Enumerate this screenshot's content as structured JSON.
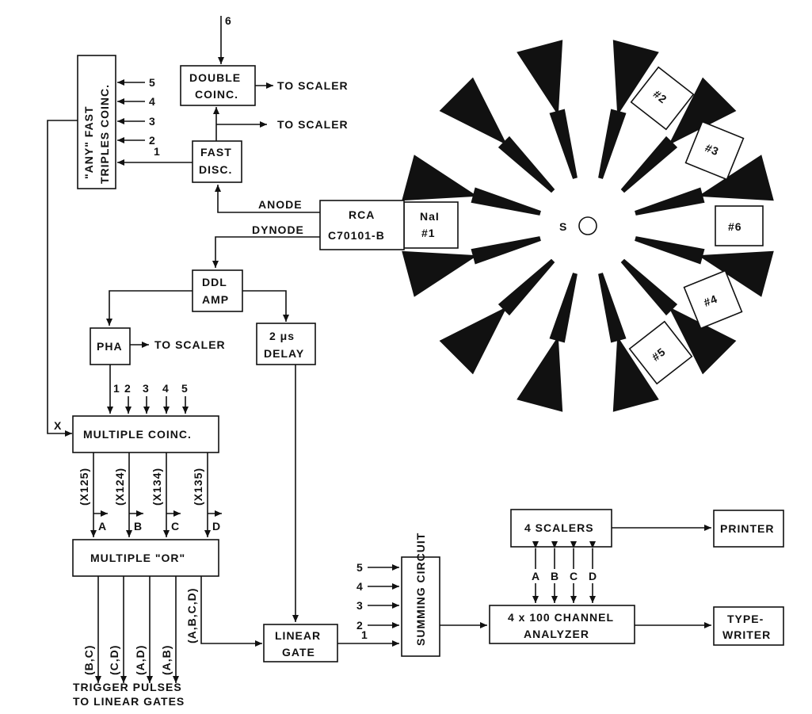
{
  "blocks": {
    "double_coinc": [
      "DOUBLE",
      "COINC."
    ],
    "fast_disc": [
      "FAST",
      "DISC."
    ],
    "any_triples": [
      "\"ANY\" FAST",
      "TRIPLES COINC."
    ],
    "pmt": [
      "RCA",
      "C70101-B"
    ],
    "nai": [
      "NaI",
      "#1"
    ],
    "ddl_amp": [
      "DDL",
      "AMP"
    ],
    "pha": "PHA",
    "delay": [
      "2 μs",
      "DELAY"
    ],
    "multiple_coinc": "MULTIPLE COINC.",
    "multiple_or": "MULTIPLE \"OR\"",
    "linear_gate": [
      "LINEAR",
      "GATE"
    ],
    "summing": "SUMMING CIRCUIT",
    "scalers4": "4 SCALERS",
    "printer": "PRINTER",
    "analyzer": [
      "4 x 100 CHANNEL",
      "ANALYZER"
    ],
    "typewriter": [
      "TYPE-",
      "WRITER"
    ]
  },
  "labels": {
    "to_scaler": "TO SCALER",
    "anode": "ANODE",
    "dynode": "DYNODE",
    "six_top": "6",
    "x_input": "X",
    "source": "S",
    "trigger_note": [
      "TRIGGER PULSES",
      "TO LINEAR GATES"
    ]
  },
  "triples_inputs": [
    "5",
    "4",
    "3",
    "2",
    "1"
  ],
  "coinc_inputs": [
    "1",
    "2",
    "3",
    "4",
    "5"
  ],
  "coinc_outputs": [
    "(X125)",
    "(X124)",
    "(X134)",
    "(X135)"
  ],
  "coinc_letters": [
    "A",
    "B",
    "C",
    "D"
  ],
  "or_outputs": [
    "(B,C)",
    "(C,D)",
    "(A,D)",
    "(A,B)",
    "(A,B,C,D)"
  ],
  "summing_inputs": [
    "5",
    "4",
    "3",
    "2",
    "1"
  ],
  "scaler_links": [
    "A",
    "B",
    "C",
    "D"
  ],
  "detectors": [
    "#2",
    "#3",
    "#6",
    "#4",
    "#5"
  ]
}
